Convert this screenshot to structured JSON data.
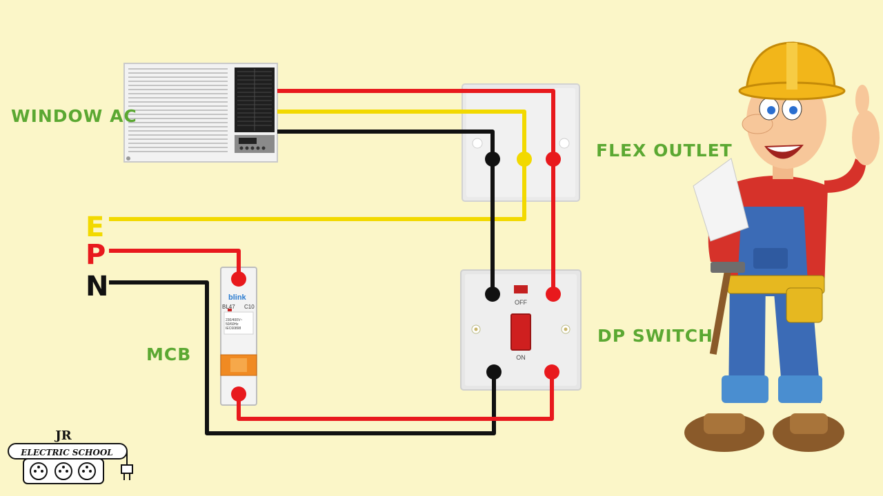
{
  "labels": {
    "window_ac": "WINDOW AC",
    "flex_outlet": "FLEX OUTLET",
    "dp_switch": "DP SWITCH",
    "mcb": "MCB"
  },
  "lines": {
    "earth": "E",
    "phase": "P",
    "neutral": "N"
  },
  "switch": {
    "off_label": "OFF",
    "on_label": "ON"
  },
  "mcb_device": {
    "brand": "blink",
    "model": "BL47",
    "rating": "C10",
    "spec_1": "230/400V~",
    "spec_2": "50/60Hz",
    "spec_3": "IEC60898"
  },
  "logo": {
    "monogram": "JR",
    "name": "ELECTRIC SCHOOL"
  },
  "colors": {
    "background": "#fbf6c8",
    "phase_wire": "#e8191d",
    "neutral_wire": "#111111",
    "earth_wire": "#f2d900",
    "label_green": "#5ba832"
  }
}
